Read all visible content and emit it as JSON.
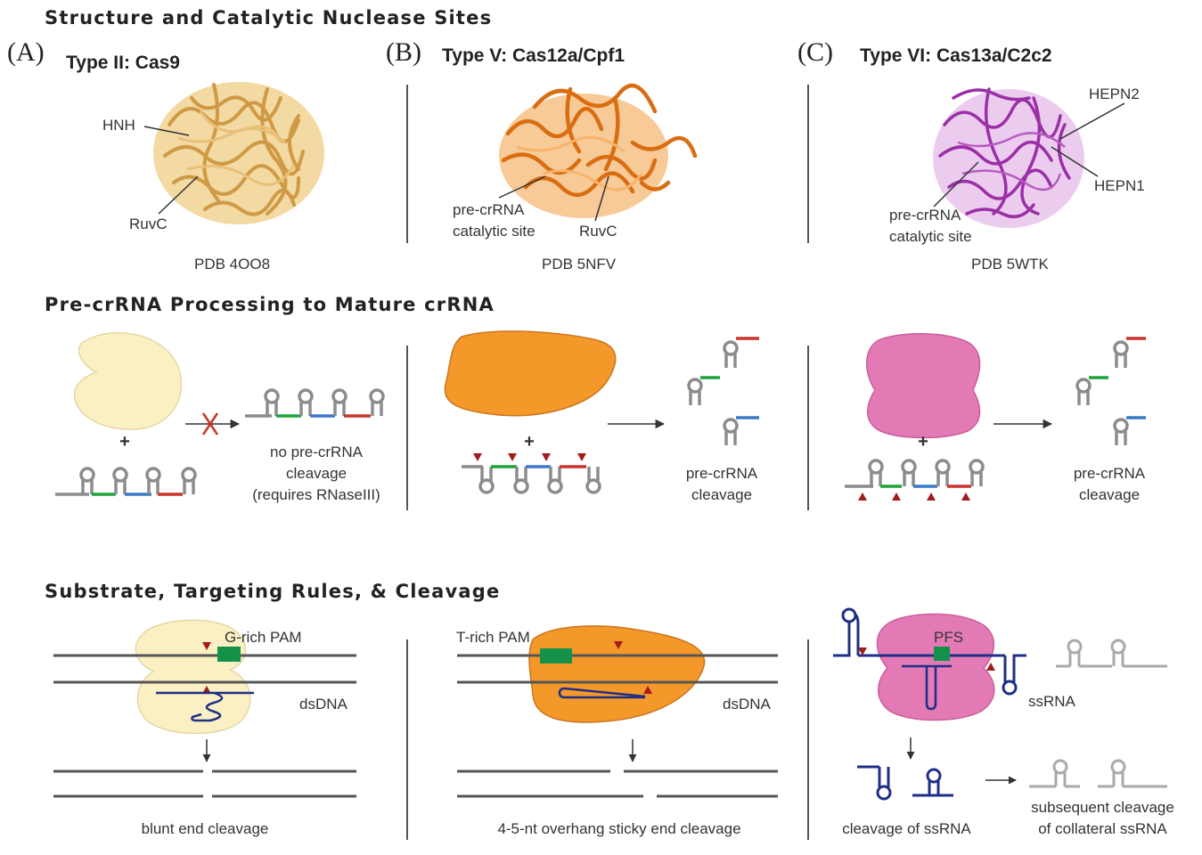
{
  "sections": {
    "structure_title": "Structure and Catalytic Nuclease Sites",
    "processing_title": "Pre-crRNA Processing to Mature crRNA",
    "substrate_title": "Substrate, Targeting Rules, & Cleavage"
  },
  "panels": [
    {
      "letter": "(A)",
      "title": "Type II: Cas9",
      "pdb": "PDB 4OO8",
      "structure_labels": [
        "HNH",
        "RuvC"
      ],
      "processing_label": [
        "no pre-crRNA",
        "cleavage",
        "(requires RNaseIII)"
      ],
      "substrate_labels": {
        "pam": "G-rich PAM",
        "substrate": "dsDNA"
      },
      "cleavage_label": "blunt end cleavage"
    },
    {
      "letter": "(B)",
      "title": "Type V: Cas12a/Cpf1",
      "pdb": "PDB 5NFV",
      "structure_labels": [
        "pre-crRNA",
        "catalytic site",
        "RuvC"
      ],
      "processing_label": [
        "pre-crRNA",
        "cleavage"
      ],
      "substrate_labels": {
        "pam": "T-rich PAM",
        "substrate": "dsDNA"
      },
      "cleavage_label": "4-5-nt overhang sticky end cleavage"
    },
    {
      "letter": "(C)",
      "title": "Type VI: Cas13a/C2c2",
      "pdb": "PDB 5WTK",
      "structure_labels": [
        "HEPN2",
        "HEPN1",
        "pre-crRNA",
        "catalytic site"
      ],
      "processing_label": [
        "pre-crRNA",
        "cleavage"
      ],
      "substrate_labels": {
        "pam": "PFS",
        "substrate": "ssRNA"
      },
      "cleavage_label": [
        "cleavage of ssRNA"
      ],
      "collateral_label": [
        "subsequent cleavage",
        "of collateral ssRNA"
      ]
    }
  ],
  "colors": {
    "cas9": "#fbf0c4",
    "cas12a": "#f5982a",
    "cas13a": "#e47ab5",
    "cas9_structure": "#e6b865",
    "cas12a_structure": "#d96d12",
    "cas13a_structure": "#9a2fa6",
    "repeat_gray": "#8c8c8c",
    "spacer_green": "#1ea33a",
    "spacer_blue": "#3b78c5",
    "spacer_red": "#c8352a",
    "cleavage_marker": "#a21c1c",
    "pam_green": "#15924a",
    "rna_navy": "#1f2f86"
  }
}
